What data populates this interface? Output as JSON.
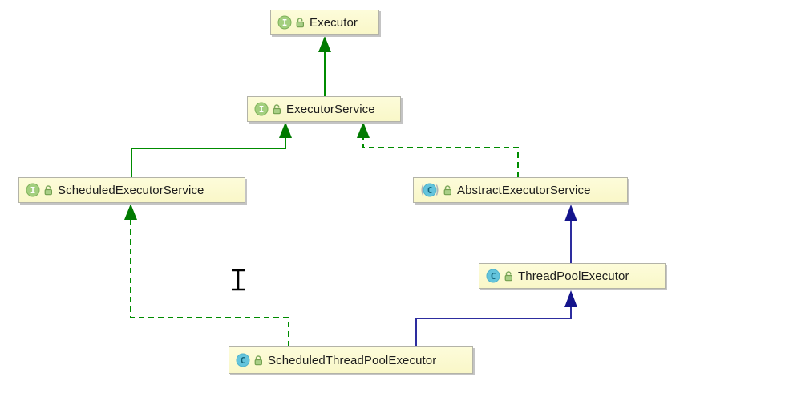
{
  "diagram": {
    "nodes": {
      "executor": {
        "label": "Executor",
        "kind": "interface",
        "icon_letter": "I"
      },
      "executor_service": {
        "label": "ExecutorService",
        "kind": "interface",
        "icon_letter": "I"
      },
      "scheduled_executor_service": {
        "label": "ScheduledExecutorService",
        "kind": "interface",
        "icon_letter": "I"
      },
      "abstract_executor_service": {
        "label": "AbstractExecutorService",
        "kind": "abstract-class",
        "icon_letter": "C"
      },
      "thread_pool_executor": {
        "label": "ThreadPoolExecutor",
        "kind": "class",
        "icon_letter": "C"
      },
      "scheduled_thread_pool_executor": {
        "label": "ScheduledThreadPoolExecutor",
        "kind": "class",
        "icon_letter": "C"
      }
    },
    "edges": [
      {
        "from": "ExecutorService",
        "to": "Executor",
        "relation": "extends",
        "line": "solid",
        "color": "green"
      },
      {
        "from": "ScheduledExecutorService",
        "to": "ExecutorService",
        "relation": "extends",
        "line": "solid",
        "color": "green"
      },
      {
        "from": "AbstractExecutorService",
        "to": "ExecutorService",
        "relation": "implements",
        "line": "dashed",
        "color": "green"
      },
      {
        "from": "ThreadPoolExecutor",
        "to": "AbstractExecutorService",
        "relation": "extends",
        "line": "solid",
        "color": "blue"
      },
      {
        "from": "ScheduledThreadPoolExecutor",
        "to": "ScheduledExecutorService",
        "relation": "implements",
        "line": "dashed",
        "color": "green"
      },
      {
        "from": "ScheduledThreadPoolExecutor",
        "to": "ThreadPoolExecutor",
        "relation": "extends",
        "line": "solid",
        "color": "blue"
      }
    ],
    "colors": {
      "edge_green": "#008c00",
      "edge_green_dark": "#007a00",
      "edge_blue": "#2d2d9f",
      "edge_blue_dark": "#14148c",
      "node_fill_top": "#fdfcda",
      "node_fill_bottom": "#f9f7c8",
      "node_border": "#b3b3a8",
      "node_shadow": "#c4c4c4",
      "interface_icon_fill": "#a3cf7e",
      "interface_icon_stroke": "#7fb25a",
      "class_icon_fill": "#64c4dc",
      "class_icon_stroke": "#4fb2cc",
      "lock_green": "#7da95c"
    },
    "cursor": {
      "type": "text-ibeam"
    }
  }
}
